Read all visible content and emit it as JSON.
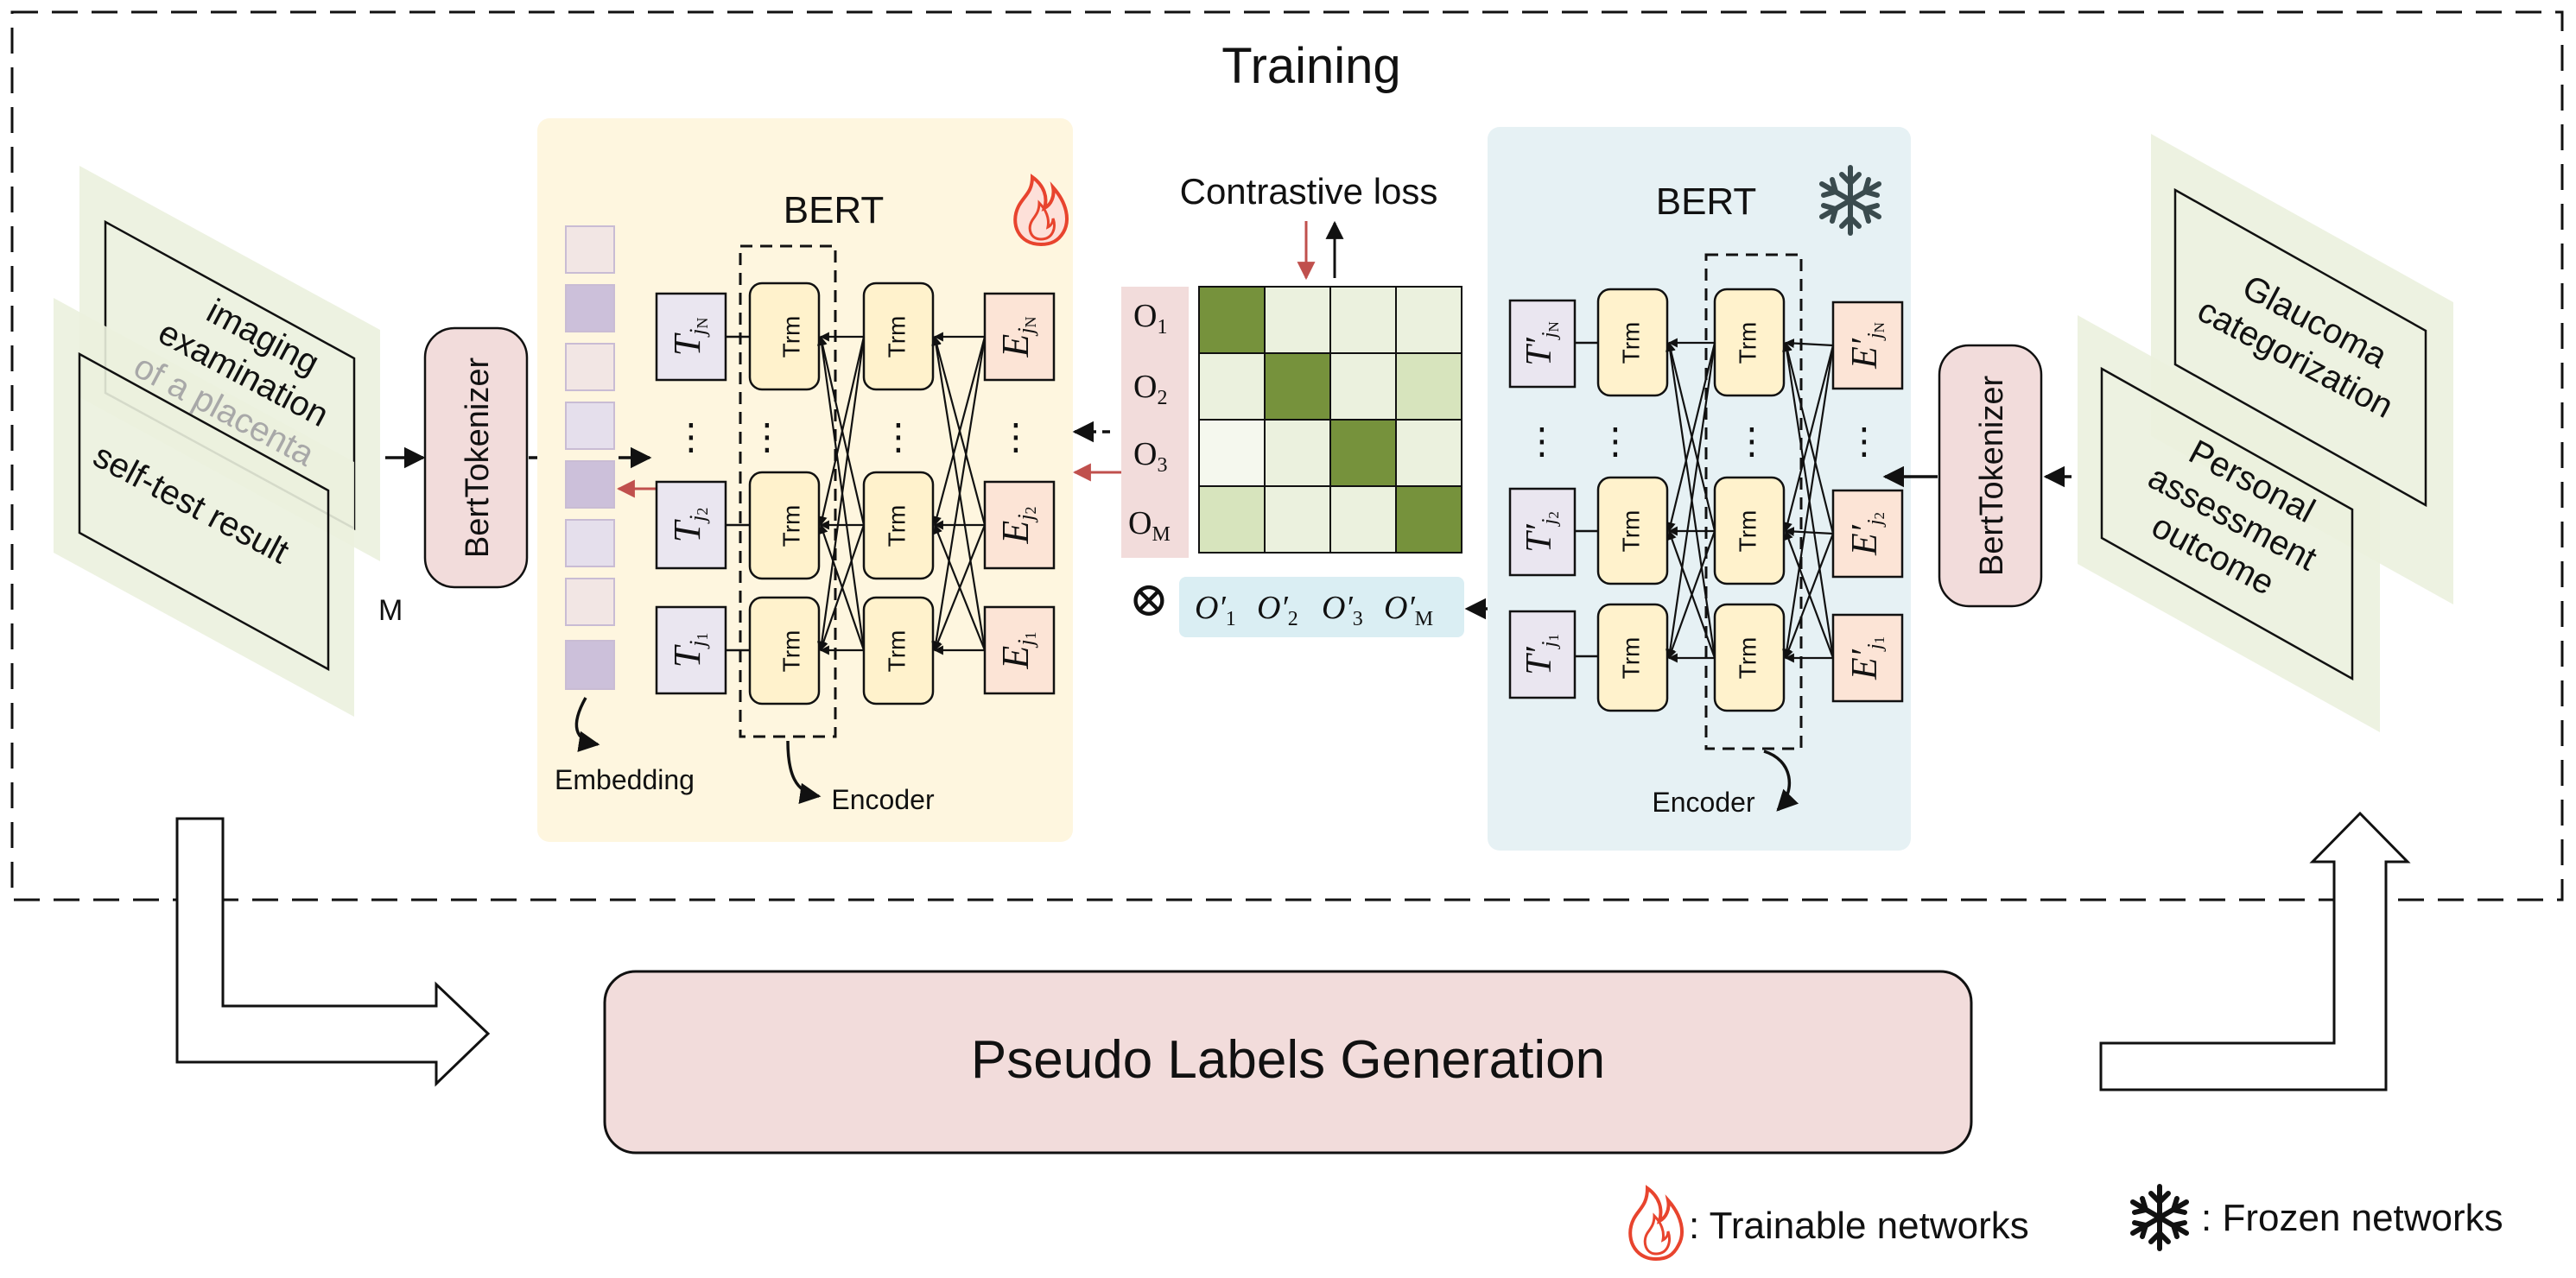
{
  "training": {
    "title": "Training"
  },
  "inputs": {
    "card_text_1": "imaging",
    "card_text_2": "examination",
    "card_text_3": "of a placenta",
    "card_text_4": "self-test result",
    "count_label": "M"
  },
  "tokenizer": {
    "label": "BertTokenizer"
  },
  "bert_left": {
    "title": "BERT",
    "embedding_label": "Embedding",
    "encoder_label": "Encoder",
    "trm_label": "Trm",
    "tokens": [
      {
        "base": "T",
        "sub": "j",
        "subsub": "N"
      },
      {
        "base": "T",
        "sub": "j",
        "subsub": "2"
      },
      {
        "base": "T",
        "sub": "j",
        "subsub": "1"
      }
    ],
    "embeds": [
      {
        "base": "E",
        "sub": "j",
        "subsub": "N"
      },
      {
        "base": "E",
        "sub": "j",
        "subsub": "2"
      },
      {
        "base": "E",
        "sub": "j",
        "subsub": "1"
      }
    ],
    "ellipsis": "⋮"
  },
  "contrastive": {
    "title": "Contrastive loss",
    "rows": [
      {
        "base": "O",
        "sub": "1"
      },
      {
        "base": "O",
        "sub": "2"
      },
      {
        "base": "O",
        "sub": "3"
      },
      {
        "base": "O",
        "sub": "M"
      }
    ],
    "cols": [
      {
        "base": "O′",
        "sub": "1"
      },
      {
        "base": "O′",
        "sub": "2"
      },
      {
        "base": "O′",
        "sub": "3"
      },
      {
        "base": "O′",
        "sub": "M"
      }
    ],
    "otimes": "⊗",
    "colors": {
      "diag": "#76923c",
      "strong": "#d7e4bd",
      "light": "#ebf1de",
      "faint": "#f5f8ee"
    }
  },
  "bert_right": {
    "title": "BERT",
    "encoder_label": "Encoder",
    "trm_label": "Trm",
    "tokens": [
      {
        "base": "T′",
        "sub": "j",
        "subsub": "N"
      },
      {
        "base": "T′",
        "sub": "j",
        "subsub": "2"
      },
      {
        "base": "T′",
        "sub": "j",
        "subsub": "1"
      }
    ],
    "embeds": [
      {
        "base": "E′",
        "sub": "j",
        "subsub": "N"
      },
      {
        "base": "E′",
        "sub": "j",
        "subsub": "2"
      },
      {
        "base": "E′",
        "sub": "j",
        "subsub": "1"
      }
    ],
    "ellipsis": "⋮"
  },
  "outputs": {
    "card_back_1": "Glaucoma",
    "card_back_2": "categorization",
    "card_front_1": "Personal",
    "card_front_2": "assessment",
    "card_front_3": "outcome"
  },
  "pseudo": {
    "label": "Pseudo Labels Generation"
  },
  "legend": {
    "trainable": ": Trainable networks",
    "frozen": ": Frozen networks"
  },
  "icons": {
    "trainable": "flame-icon",
    "frozen": "snowflake-icon"
  }
}
